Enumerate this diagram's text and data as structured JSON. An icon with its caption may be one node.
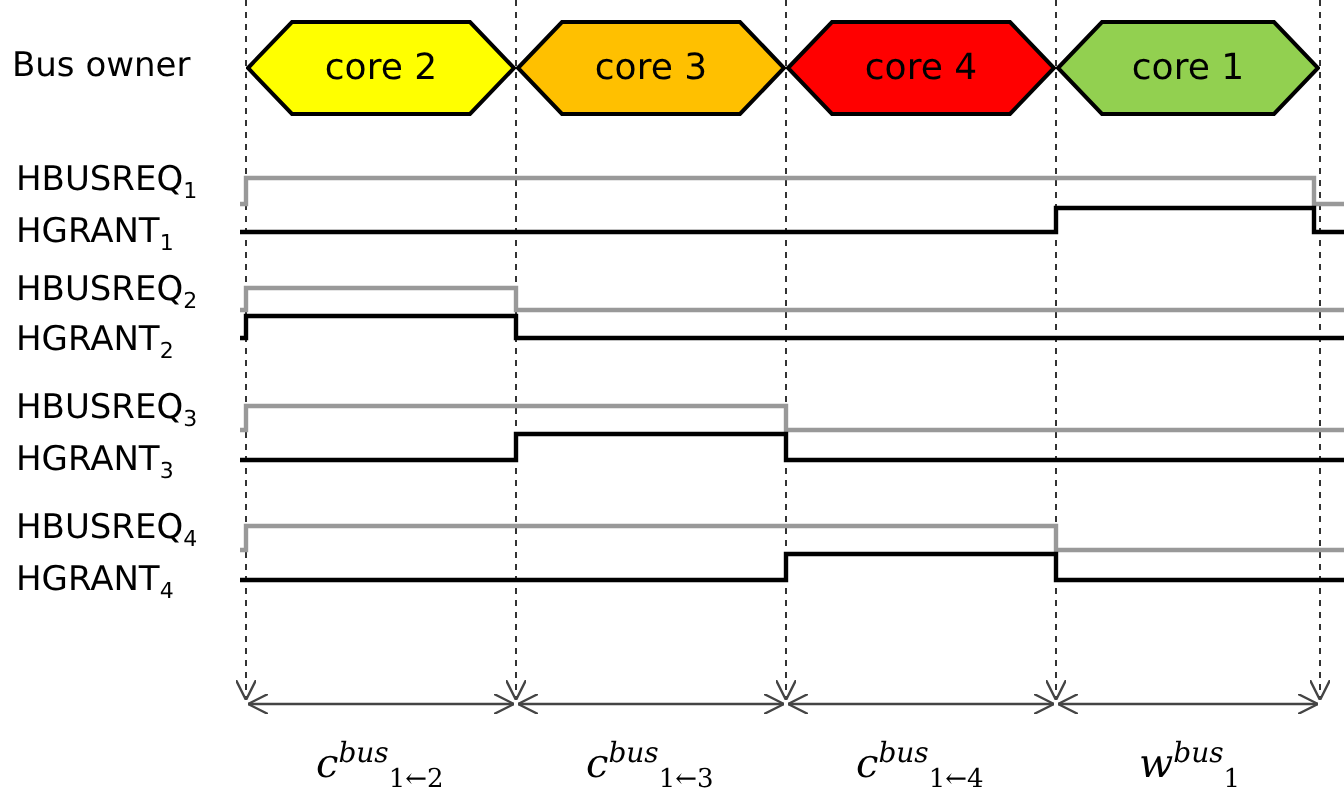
{
  "diagram": {
    "nodes": [
      {
        "text": [
          "core 2"
        ]
      },
      {
        "text": [
          "core 3"
        ]
      },
      {
        "text": [
          "core 4"
        ]
      },
      {
        "text": [
          "core 1"
        ]
      }
    ],
    "labels": [
      "Bus owner",
      "HBUSREQ$_{1}$",
      "HGRANT$_{1}$",
      "HBUSREQ$_{2}$",
      "HGRANT$_{2}$",
      "HBUSREQ$_{3}$",
      "HGRANT$_{3}$",
      "HBUSREQ$_{4}$",
      "HGRANT$_{4}$",
      "*c*$^{bus}$$_{1←2}$",
      "*c*$^{bus}$$_{1←3}$",
      "*c*$^{bus}$$_{1←4}$",
      "*w*$^{bus}$$_{1}$"
    ]
  }
}
